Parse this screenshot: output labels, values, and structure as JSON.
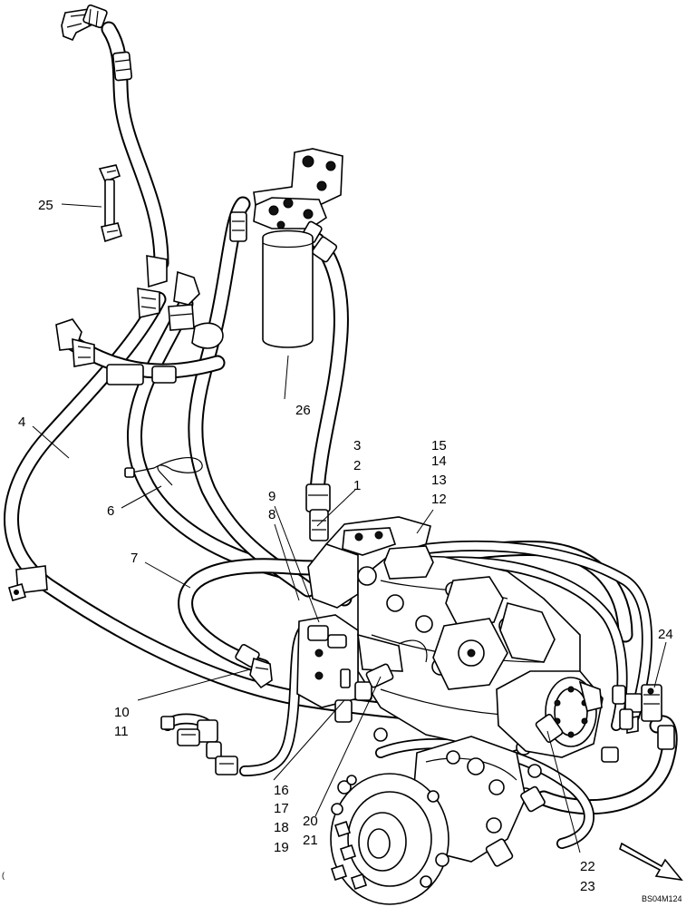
{
  "diagram": {
    "callouts": {
      "c1": "1",
      "c2": "2",
      "c3": "3",
      "c4": "4",
      "c6": "6",
      "c7": "7",
      "c8": "8",
      "c9": "9",
      "c10": "10",
      "c11": "11",
      "c12": "12",
      "c13": "13",
      "c14": "14",
      "c15": "15",
      "c16": "16",
      "c17": "17",
      "c18": "18",
      "c19": "19",
      "c20": "20",
      "c21": "21",
      "c22": "22",
      "c23": "23",
      "c24": "24",
      "c25": "25",
      "c26": "26"
    },
    "drawing_code": "BS04M124",
    "edge_mark": "("
  }
}
